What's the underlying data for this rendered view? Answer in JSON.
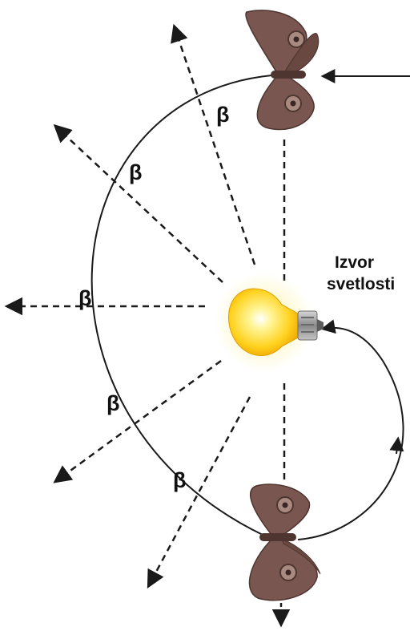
{
  "labels": {
    "light_source_line1": "Izvor",
    "light_source_line2": "svetlosti",
    "angle_symbol": "β"
  },
  "angle_label_count": 5,
  "colors": {
    "background": "#ffffff",
    "line": "#1a1a1a",
    "bulb_glass": "#ffd21f",
    "bulb_glow": "#fff2a0",
    "bulb_base": "#9a9a9a",
    "moth_wing": "#7a5650",
    "moth_wing_dark": "#4e3530"
  },
  "icons": [
    "light-bulb-icon",
    "moth-icon"
  ]
}
